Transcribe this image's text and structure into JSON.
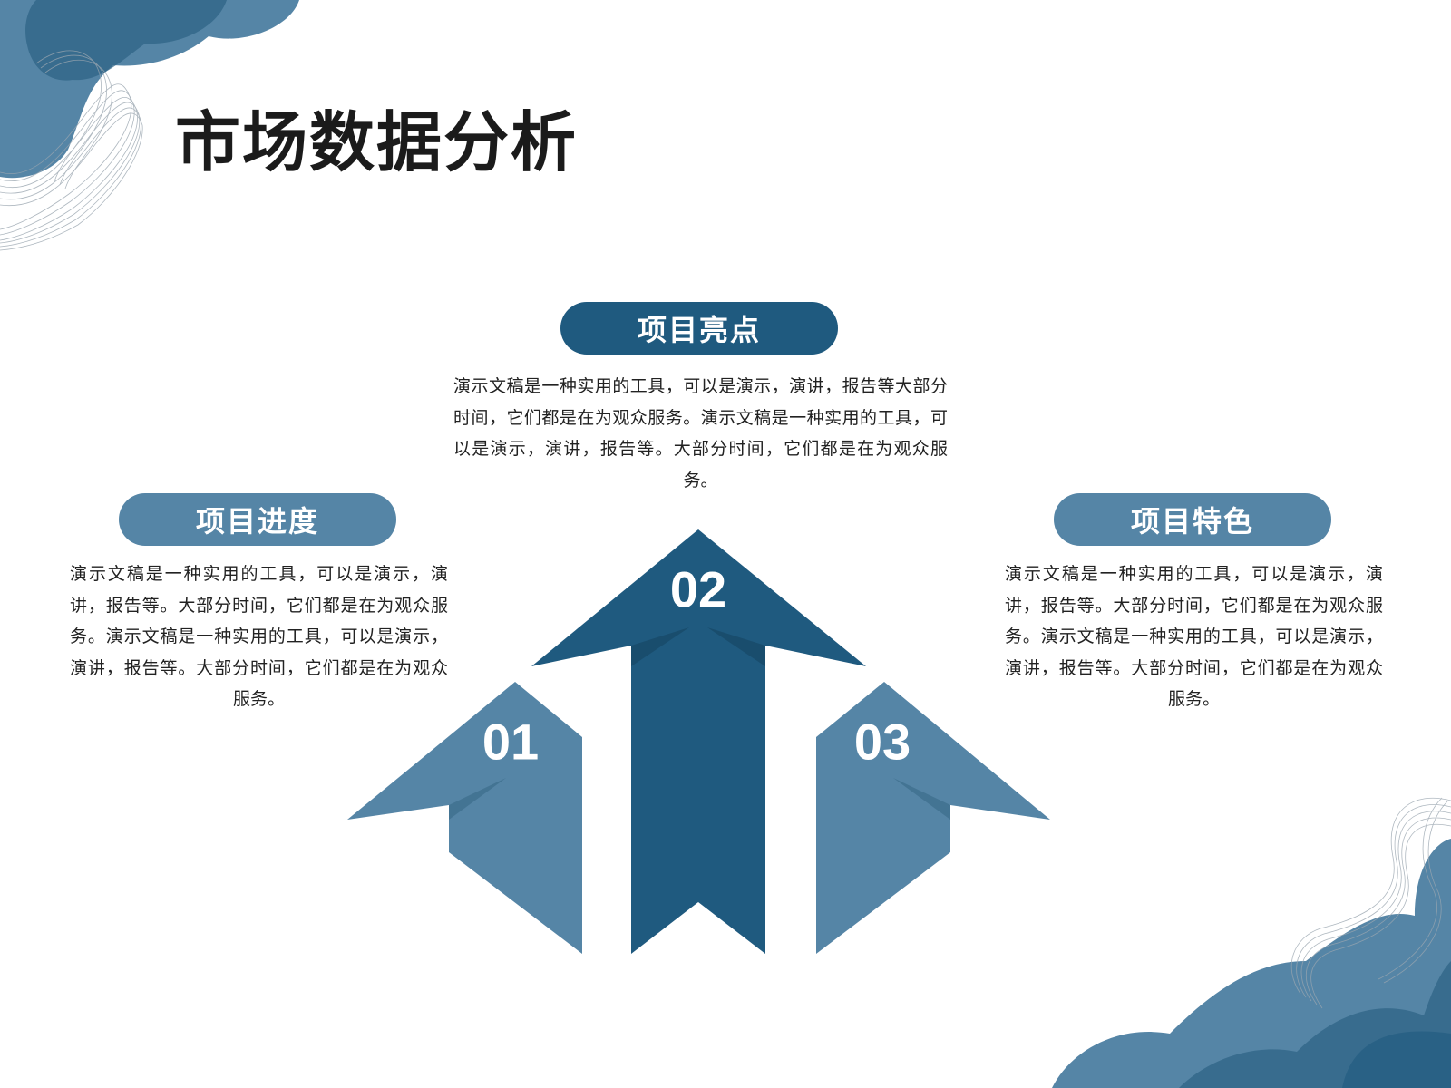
{
  "title": "市场数据分析",
  "colors": {
    "primary": "#1f5a7f",
    "secondary": "#5585a6",
    "text": "#222222",
    "background": "#ffffff"
  },
  "items": [
    {
      "number": "01",
      "heading": "项目进度",
      "text": "演示文稿是一种实用的工具，可以是演示，演讲，报告等。大部分时间，它们都是在为观众服务。演示文稿是一种实用的工具，可以是演示，演讲，报告等。大部分时间，它们都是在为观众服务。"
    },
    {
      "number": "02",
      "heading": "项目亮点",
      "text": "演示文稿是一种实用的工具，可以是演示，演讲，报告等大部分时间，它们都是在为观众服务。演示文稿是一种实用的工具，可以是演示，演讲，报告等。大部分时间，它们都是在为观众服务。"
    },
    {
      "number": "03",
      "heading": "项目特色",
      "text": "演示文稿是一种实用的工具，可以是演示，演讲，报告等。大部分时间，它们都是在为观众服务。演示文稿是一种实用的工具，可以是演示，演讲，报告等。大部分时间，它们都是在为观众服务。"
    }
  ]
}
